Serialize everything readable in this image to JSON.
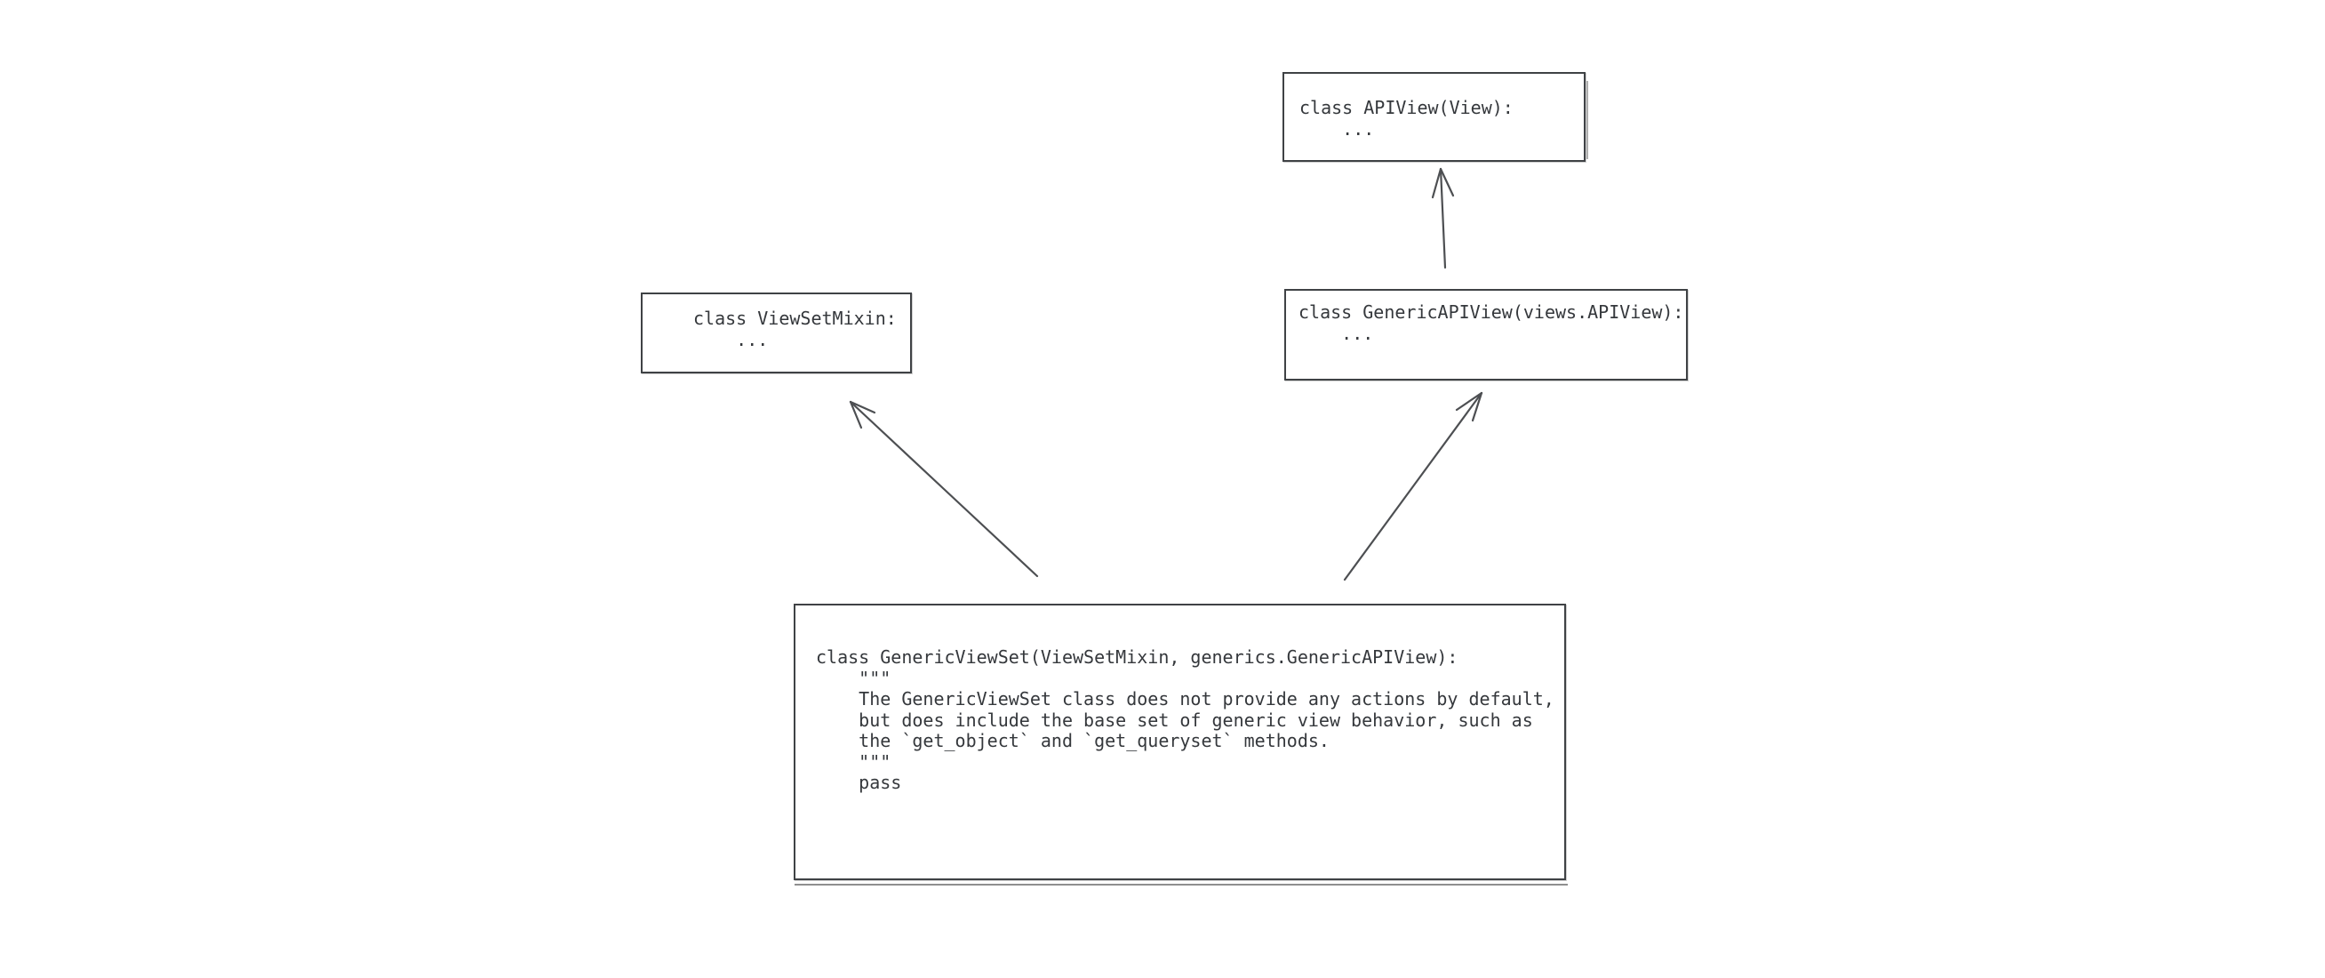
{
  "canvas": {
    "background_color": "#ffffff",
    "stroke_color": "#3f4245",
    "text_color": "#35383c",
    "arrow_color": "#4d4f52"
  },
  "boxes": [
    {
      "id": "apiview",
      "code": "class APIView(View):\n    ..."
    },
    {
      "id": "viewsetmixin",
      "code": "class ViewSetMixin:\n    ..."
    },
    {
      "id": "genericapiview",
      "code": "class GenericAPIView(views.APIView):\n    ..."
    },
    {
      "id": "genericviewset",
      "code": "class GenericViewSet(ViewSetMixin, generics.GenericAPIView):\n    \"\"\"\n    The GenericViewSet class does not provide any actions by default,\n    but does include the base set of generic view behavior, such as\n    the `get_object` and `get_queryset` methods.\n    \"\"\"\n    pass"
    }
  ],
  "arrows": [
    {
      "from": "GenericAPIView",
      "to": "APIView"
    },
    {
      "from": "GenericViewSet",
      "to": "ViewSetMixin"
    },
    {
      "from": "GenericViewSet",
      "to": "GenericAPIView"
    }
  ]
}
